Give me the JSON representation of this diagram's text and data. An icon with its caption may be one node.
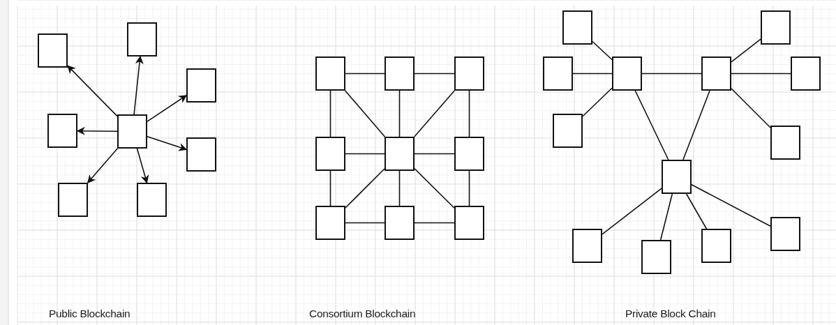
{
  "diagram": {
    "nodes": [
      {
        "text": [],
        "shape": "box"
      },
      {
        "text": [],
        "shape": "box"
      },
      {
        "text": [],
        "shape": "box"
      },
      {
        "text": [],
        "shape": "box"
      },
      {
        "text": [],
        "shape": "box"
      },
      {
        "text": [],
        "shape": "box"
      },
      {
        "text": [],
        "shape": "box"
      },
      {
        "text": [],
        "shape": "box"
      },
      {
        "text": [],
        "shape": "box"
      },
      {
        "text": [],
        "shape": "box"
      },
      {
        "text": [],
        "shape": "box"
      },
      {
        "text": [],
        "shape": "box"
      },
      {
        "text": [],
        "shape": "box"
      },
      {
        "text": [],
        "shape": "box"
      },
      {
        "text": [],
        "shape": "box"
      },
      {
        "text": [],
        "shape": "box"
      },
      {
        "text": [],
        "shape": "box"
      },
      {
        "text": [],
        "shape": "box"
      },
      {
        "text": [],
        "shape": "box"
      },
      {
        "text": [],
        "shape": "box"
      },
      {
        "text": [],
        "shape": "box"
      },
      {
        "text": [],
        "shape": "box"
      },
      {
        "text": [],
        "shape": "box"
      },
      {
        "text": [],
        "shape": "box"
      },
      {
        "text": [],
        "shape": "box"
      },
      {
        "text": [],
        "shape": "box"
      },
      {
        "text": [],
        "shape": "box"
      },
      {
        "text": [],
        "shape": "box"
      },
      {
        "text": [],
        "shape": "box"
      },
      {
        "text": [],
        "shape": "box"
      }
    ],
    "edges": [
      {
        "from": 0,
        "to": 1,
        "arrow": "to"
      },
      {
        "from": 0,
        "to": 2,
        "arrow": "to"
      },
      {
        "from": 0,
        "to": 3,
        "arrow": "to"
      },
      {
        "from": 0,
        "to": 4,
        "arrow": "to"
      },
      {
        "from": 0,
        "to": 5,
        "arrow": "to"
      },
      {
        "from": 0,
        "to": 6,
        "arrow": "to"
      },
      {
        "from": 0,
        "to": 7,
        "arrow": "to"
      },
      {
        "from": 8,
        "to": 9,
        "arrow": "none"
      },
      {
        "from": 9,
        "to": 10,
        "arrow": "none"
      },
      {
        "from": 11,
        "to": 12,
        "arrow": "none"
      },
      {
        "from": 12,
        "to": 13,
        "arrow": "none"
      },
      {
        "from": 14,
        "to": 15,
        "arrow": "none"
      },
      {
        "from": 15,
        "to": 16,
        "arrow": "none"
      },
      {
        "from": 8,
        "to": 11,
        "arrow": "none"
      },
      {
        "from": 11,
        "to": 14,
        "arrow": "none"
      },
      {
        "from": 9,
        "to": 12,
        "arrow": "none"
      },
      {
        "from": 12,
        "to": 15,
        "arrow": "none"
      },
      {
        "from": 10,
        "to": 13,
        "arrow": "none"
      },
      {
        "from": 13,
        "to": 16,
        "arrow": "none"
      },
      {
        "from": 12,
        "to": 8,
        "arrow": "none"
      },
      {
        "from": 12,
        "to": 10,
        "arrow": "none"
      },
      {
        "from": 12,
        "to": 14,
        "arrow": "none"
      },
      {
        "from": 12,
        "to": 16,
        "arrow": "none"
      },
      {
        "from": 20,
        "to": 17,
        "arrow": "none"
      },
      {
        "from": 21,
        "to": 17,
        "arrow": "none"
      },
      {
        "from": 22,
        "to": 17,
        "arrow": "none"
      },
      {
        "from": 17,
        "to": 18,
        "arrow": "none"
      },
      {
        "from": 18,
        "to": 23,
        "arrow": "none"
      },
      {
        "from": 18,
        "to": 24,
        "arrow": "none"
      },
      {
        "from": 18,
        "to": 25,
        "arrow": "none"
      },
      {
        "from": 17,
        "to": 19,
        "arrow": "none"
      },
      {
        "from": 18,
        "to": 19,
        "arrow": "none"
      },
      {
        "from": 19,
        "to": 26,
        "arrow": "none"
      },
      {
        "from": 19,
        "to": 27,
        "arrow": "none"
      },
      {
        "from": 19,
        "to": 28,
        "arrow": "none"
      },
      {
        "from": 19,
        "to": 29,
        "arrow": "none"
      }
    ],
    "labels": [
      "Public Blockchain",
      "Consortium Blockchain",
      "Private Block Chain"
    ]
  }
}
